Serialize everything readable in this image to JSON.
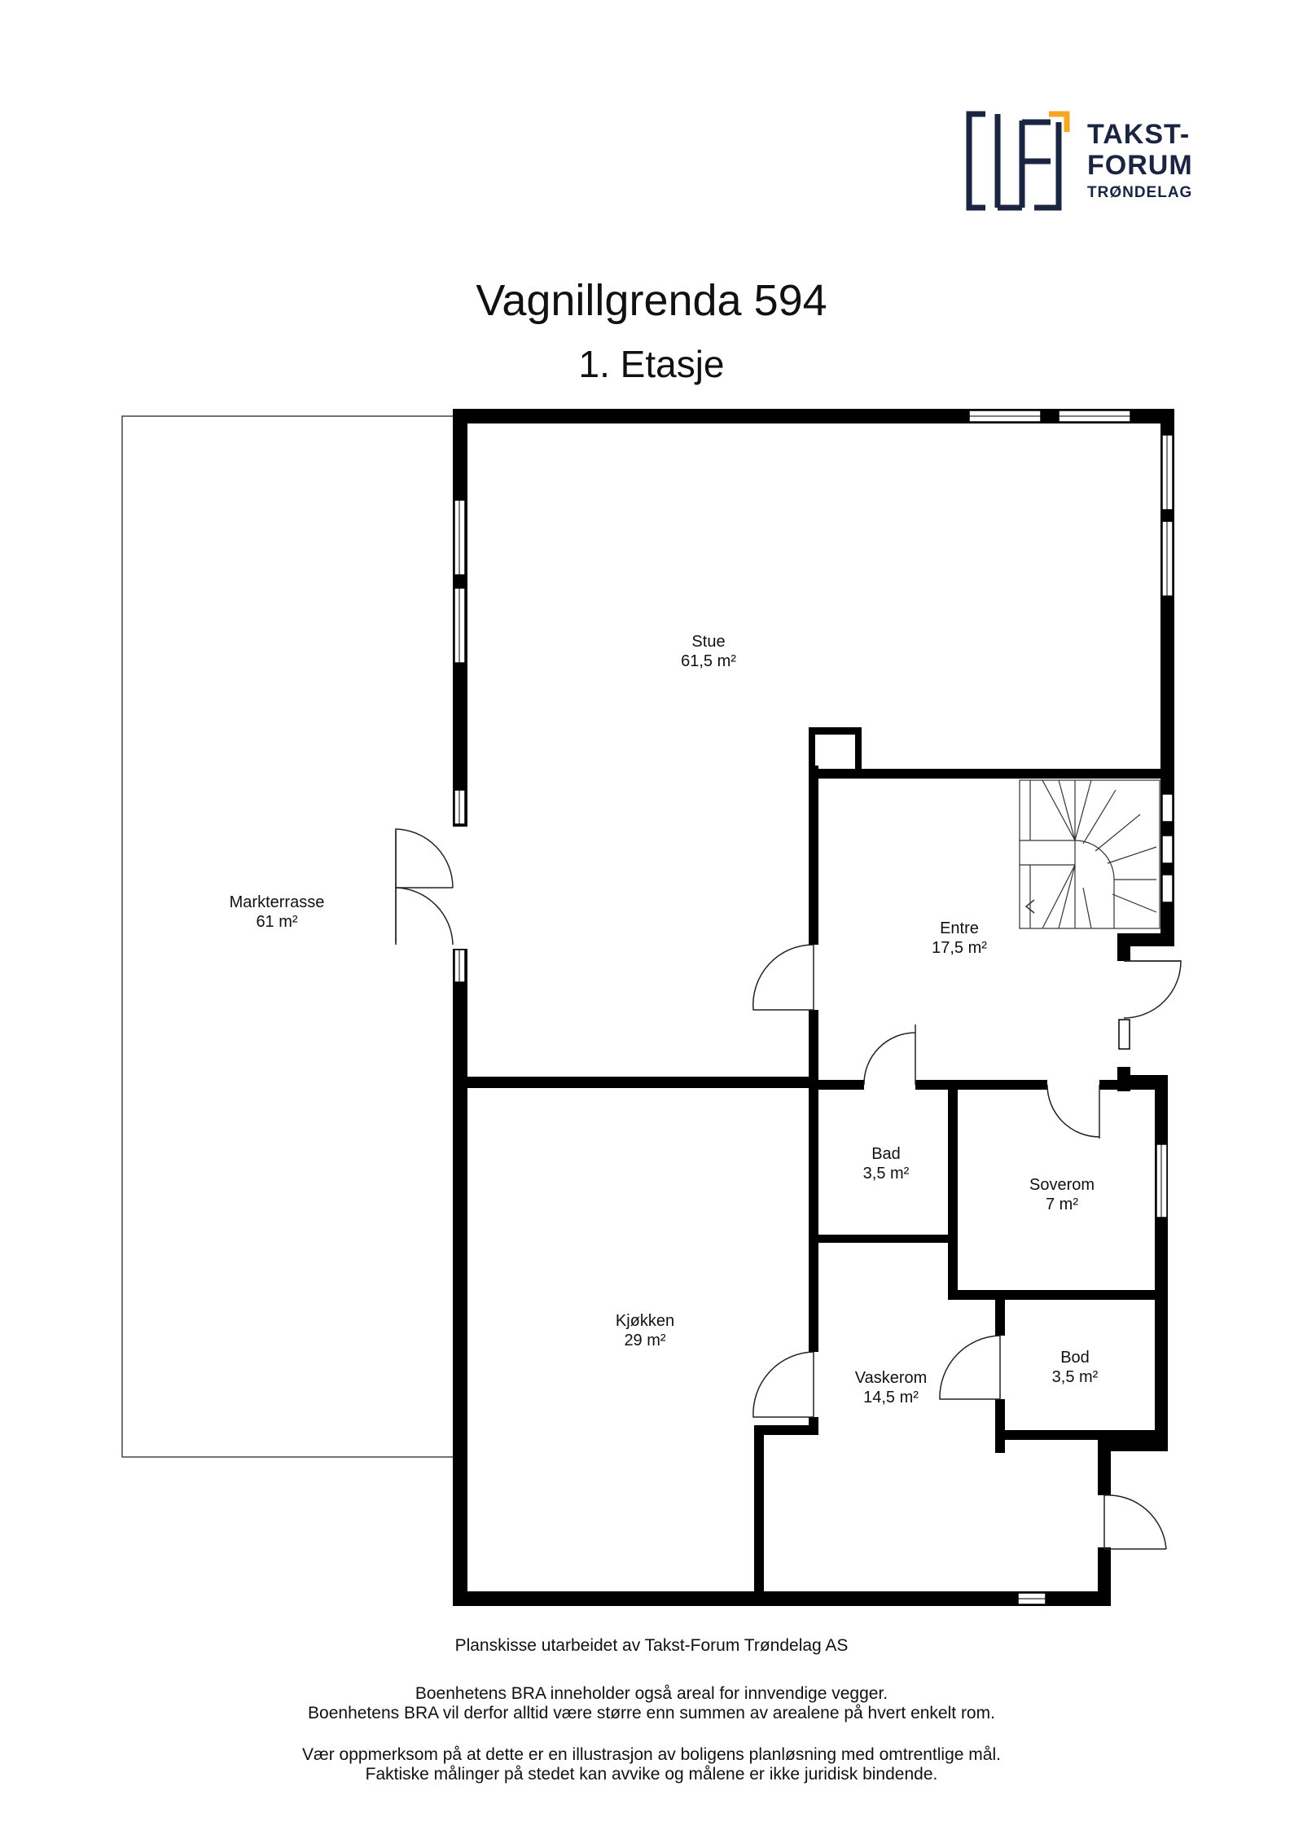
{
  "logo": {
    "line1": "TAKST-",
    "line2": "FORUM",
    "line3": "TRØNDELAG",
    "colors": {
      "navy": "#1b2441",
      "accent": "#f5a623"
    }
  },
  "title": "Vagnillgrenda 594",
  "subtitle": "1. Etasje",
  "rooms": {
    "stue": {
      "name": "Stue",
      "area": "61,5 m²"
    },
    "markterrasse": {
      "name": "Markterrasse",
      "area": "61 m²"
    },
    "entre": {
      "name": "Entre",
      "area": "17,5 m²"
    },
    "bad": {
      "name": "Bad",
      "area": "3,5 m²"
    },
    "soverom": {
      "name": "Soverom",
      "area": "7 m²"
    },
    "kjokken": {
      "name": "Kjøkken",
      "area": "29 m²"
    },
    "vaskerom": {
      "name": "Vaskerom",
      "area": "14,5 m²"
    },
    "bod": {
      "name": "Bod",
      "area": "3,5 m²"
    }
  },
  "notes": {
    "credit": "Planskisse utarbeidet av Takst-Forum Trøndelag AS",
    "bra_line1": "Boenhetens BRA inneholder også areal for innvendige vegger.",
    "bra_line2": "Boenhetens BRA vil derfor alltid være større enn summen av arealene på hvert enkelt rom.",
    "warn_line1": "Vær oppmerksom på at dette er en illustrasjon av boligens planløsning med omtrentlige mål.",
    "warn_line2": "Faktiske målinger på stedet kan avvike og målene er ikke juridisk bindende."
  },
  "colors": {
    "wall": "#000000",
    "line": "#333333"
  }
}
